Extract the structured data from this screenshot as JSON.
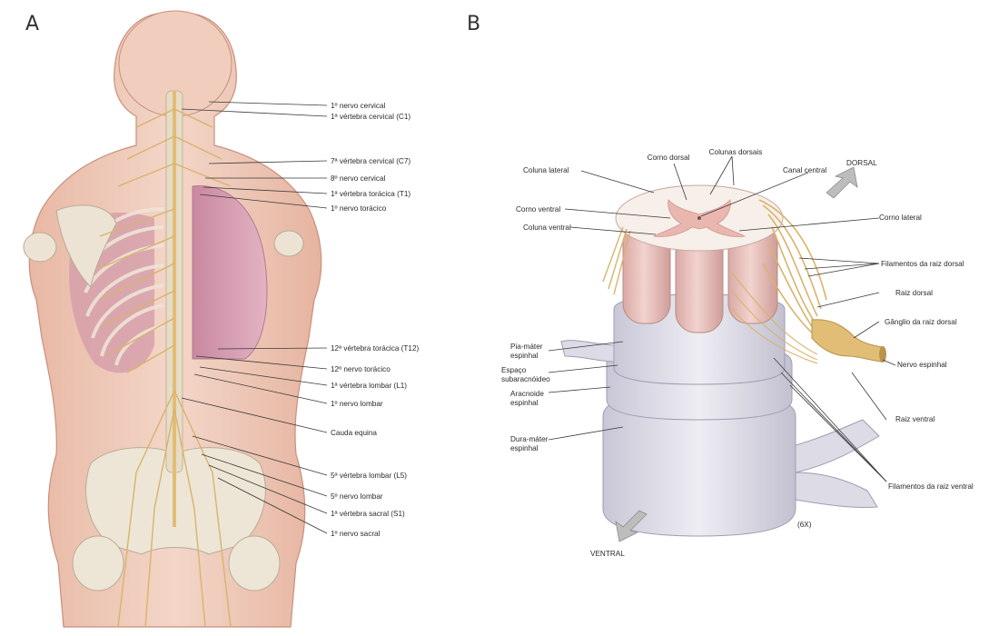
{
  "panels": {
    "a": "A",
    "b": "B"
  },
  "colors": {
    "skin": "#eec7b5",
    "skin_dark": "#d89d88",
    "lung": "#d9a0b6",
    "bone": "#efe9dc",
    "nerve": "#e1bd76",
    "cord_pink": "#e9b7b0",
    "meninges": "#dcdbe6",
    "arrow": "#bdbdbd"
  },
  "panel_a_labels": [
    "1º nervo cervical",
    "1ª vértebra cervical (C1)",
    "7ª vértebra cervical (C7)",
    "8º nervo cervical",
    "1ª vértebra torácica (T1)",
    "1º nervo torácico",
    "12ª vértebra torácica (T12)",
    "12º nervo torácico",
    "1ª vértebra lombar (L1)",
    "1º nervo lombar",
    "Cauda equina",
    "5ª vértebra lombar (L5)",
    "5º nervo lombar",
    "1ª vértebra sacral (S1)",
    "1º nervo sacral"
  ],
  "panel_b_labels": {
    "corno_dorsal": "Corno dorsal",
    "colunas_dorsais": "Colunas dorsais",
    "coluna_lateral": "Coluna lateral",
    "canal_central": "Canal central",
    "dorsal": "DORSAL",
    "corno_ventral": "Corno ventral",
    "coluna_ventral": "Coluna ventral",
    "corno_lateral": "Corno lateral",
    "filamentos_dorsal": "Filamentos da raiz dorsal",
    "raiz_dorsal": "Raiz dorsal",
    "ganglio": "Gânglio da raiz dorsal",
    "pia_mater": [
      "Pia-máter",
      "espinhal"
    ],
    "espaco": [
      "Espaço",
      "subaracnóideo"
    ],
    "nervo_espinhal": "Nervo espinhal",
    "aracnoide": [
      "Aracnoide",
      "espinhal"
    ],
    "dura_mater": [
      "Dura-máter",
      "espinhal"
    ],
    "raiz_ventral": "Raiz ventral",
    "filamentos_ventral": "Filamentos da raiz ventral",
    "magnification": "(6X)",
    "ventral": "VENTRAL"
  }
}
